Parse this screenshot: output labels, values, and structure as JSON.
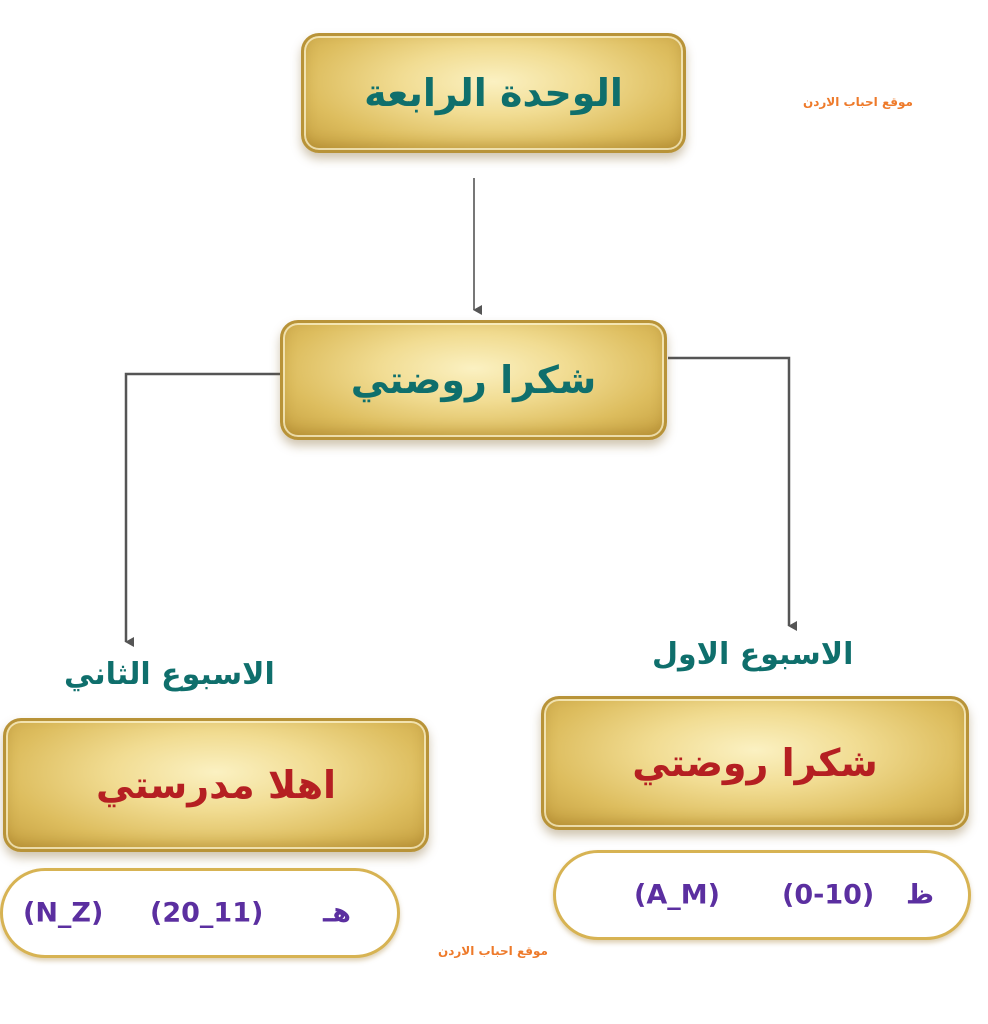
{
  "top_box": {
    "text": "الوحدة الرابعة"
  },
  "middle_box": {
    "text": "شكرا روضتي"
  },
  "left_branch": {
    "week_label": "الاسبوع الثاني",
    "box_text": "اهلا مدرستي",
    "letter": "هـ",
    "numbers": "(20_11)",
    "range": "(N_Z)"
  },
  "right_branch": {
    "week_label": "الاسبوع الاول",
    "box_text": "شكرا روضتي",
    "letter": "ظ",
    "numbers": "(0-10)",
    "range": "(A_M)"
  },
  "watermarks": {
    "top": "موقع احباب الاردن",
    "bottom": "موقع احباب الاردن"
  },
  "colors": {
    "title_teal": "#0f6f6c",
    "title_red": "#b51f22",
    "pill_text": "#5b2fa0",
    "watermark": "#ee7a2a",
    "gold": "#e8cf7a"
  }
}
